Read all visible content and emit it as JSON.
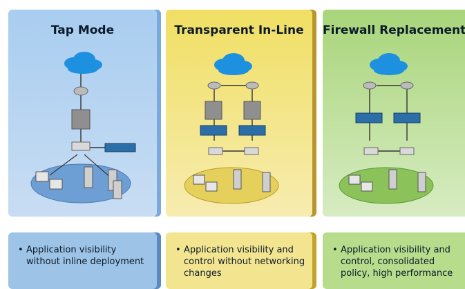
{
  "panels": [
    {
      "title": "Tap Mode",
      "bullet": "Application visibility without inline deployment",
      "accent": "#9dc3e6",
      "accent_dark": "#5a8ac0"
    },
    {
      "title": "Transparent In-Line",
      "bullet": "Application visibility and control without networking changes",
      "accent": "#f3e58f",
      "accent_dark": "#c2a42a"
    },
    {
      "title": "Firewall Replacement",
      "bullet": "Application visibility and control, consolidated policy, high performance",
      "accent": "#b7dc8c",
      "accent_dark": "#6aa33f"
    }
  ]
}
